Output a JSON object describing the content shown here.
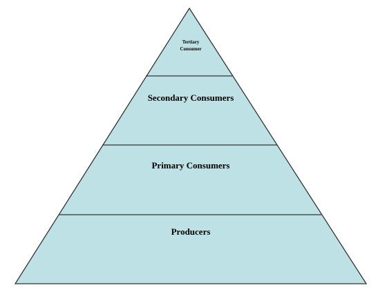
{
  "diagram": {
    "type": "ecological-pyramid",
    "fill_color": "#bde1e5",
    "stroke_color": "#333333",
    "levels": [
      {
        "id": "tertiary",
        "lines": [
          "Tertiary",
          "Consumer"
        ]
      },
      {
        "id": "secondary",
        "lines": [
          "Secondary Consumers"
        ]
      },
      {
        "id": "primary",
        "lines": [
          "Primary Consumers"
        ]
      },
      {
        "id": "producers",
        "lines": [
          "Producers"
        ]
      }
    ]
  }
}
